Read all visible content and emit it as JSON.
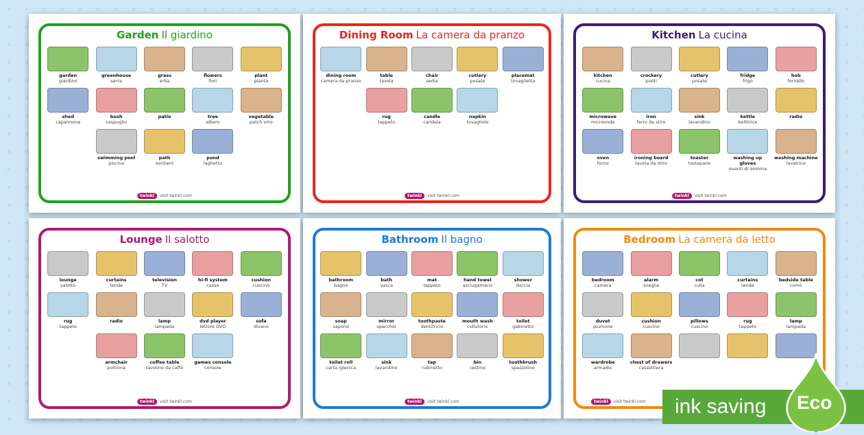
{
  "cards": [
    {
      "title_en": "Garden",
      "title_it": "Il giardino",
      "color": "#22a020",
      "items": [
        [
          "garden",
          "giardino"
        ],
        [
          "greenhouse",
          "serra"
        ],
        [
          "grass",
          "erba"
        ],
        [
          "flowers",
          "fiori"
        ],
        [
          "plant",
          "pianta"
        ],
        [
          "shed",
          "capannone"
        ],
        [
          "bush",
          "cespuglio"
        ],
        [
          "patio",
          ""
        ],
        [
          "tree",
          "albero"
        ],
        [
          "vegetable",
          "patch orto"
        ],
        [
          "swimming pool",
          "piscina"
        ],
        [
          "path",
          "sentiero"
        ],
        [
          "pond",
          "laghetto"
        ]
      ]
    },
    {
      "title_en": "Dining Room",
      "title_it": "La camera da pranzo",
      "color": "#e8261c",
      "items": [
        [
          "dining room",
          "camera da pranzo"
        ],
        [
          "table",
          "tavola"
        ],
        [
          "chair",
          "sedia"
        ],
        [
          "cutlery",
          "posate"
        ],
        [
          "placemat",
          "tovaglietta"
        ],
        [
          "rug",
          "tappeto"
        ],
        [
          "candle",
          "candela"
        ],
        [
          "napkin",
          "tovagliolo"
        ]
      ]
    },
    {
      "title_en": "Kitchen",
      "title_it": "La cucina",
      "color": "#3b1e6e",
      "items": [
        [
          "kitchen",
          "cucina"
        ],
        [
          "crockery",
          "piatti"
        ],
        [
          "cutlery",
          "posate"
        ],
        [
          "fridge",
          "frigo"
        ],
        [
          "hob",
          "fornello"
        ],
        [
          "microwave",
          "microonde"
        ],
        [
          "iron",
          "ferro da stiro"
        ],
        [
          "sink",
          "lavandino"
        ],
        [
          "kettle",
          "bollitrice"
        ],
        [
          "radio",
          ""
        ],
        [
          "oven",
          "forno"
        ],
        [
          "ironing board",
          "tavola da stiro"
        ],
        [
          "toaster",
          "tostapane"
        ],
        [
          "washing up gloves",
          "guanti di gomma"
        ],
        [
          "washing machine",
          "lavatrice"
        ]
      ]
    },
    {
      "title_en": "Lounge",
      "title_it": "Il salotto",
      "color": "#b0186c",
      "items": [
        [
          "lounge",
          "salotto"
        ],
        [
          "curtains",
          "tende"
        ],
        [
          "television",
          "TV"
        ],
        [
          "hi-fi system",
          "casse"
        ],
        [
          "cushion",
          "cuscino"
        ],
        [
          "rug",
          "tappeto"
        ],
        [
          "radio",
          ""
        ],
        [
          "lamp",
          "lampada"
        ],
        [
          "dvd player",
          "lettore DVD"
        ],
        [
          "sofa",
          "divano"
        ],
        [
          "armchair",
          "poltrona"
        ],
        [
          "coffee table",
          "tavolino da caffè"
        ],
        [
          "games console",
          "console"
        ]
      ]
    },
    {
      "title_en": "Bathroom",
      "title_it": "Il bagno",
      "color": "#1a7ad4",
      "items": [
        [
          "bathroom",
          "bagno"
        ],
        [
          "bath",
          "vasca"
        ],
        [
          "mat",
          "tappeto"
        ],
        [
          "hand towel",
          "asciugamano"
        ],
        [
          "shower",
          "doccia"
        ],
        [
          "soap",
          "sapone"
        ],
        [
          "mirror",
          "specchio"
        ],
        [
          "toothpaste",
          "dentifricio"
        ],
        [
          "mouth wash",
          "collutorio"
        ],
        [
          "toilet",
          "gabinetto"
        ],
        [
          "toilet roll",
          "carta igienica"
        ],
        [
          "sink",
          "lavandino"
        ],
        [
          "tap",
          "rubinetto"
        ],
        [
          "bin",
          "cestino"
        ],
        [
          "toothbrush",
          "spazzolino"
        ]
      ]
    },
    {
      "title_en": "Bedroom",
      "title_it": "La camera da letto",
      "color": "#f08a10",
      "items": [
        [
          "bedroom",
          "camera"
        ],
        [
          "alarm",
          "sveglia"
        ],
        [
          "cot",
          "culla"
        ],
        [
          "curtains",
          "tende"
        ],
        [
          "bedside table",
          "comò"
        ],
        [
          "duvet",
          "piumone"
        ],
        [
          "cushion",
          "cuscino"
        ],
        [
          "pillows",
          "cuscino"
        ],
        [
          "rug",
          "tappeto"
        ],
        [
          "lamp",
          "lampada"
        ],
        [
          "wardrobe",
          "armadio"
        ],
        [
          "chest of drawers",
          "cassettiera"
        ],
        [
          "",
          ""
        ],
        [
          "",
          ""
        ],
        [
          "",
          ""
        ]
      ]
    }
  ],
  "logo": {
    "brand": "twinkl",
    "site": "visit twinkl.com"
  },
  "badge": {
    "label": "ink saving",
    "eco": "Eco",
    "green": "#58a83a"
  }
}
